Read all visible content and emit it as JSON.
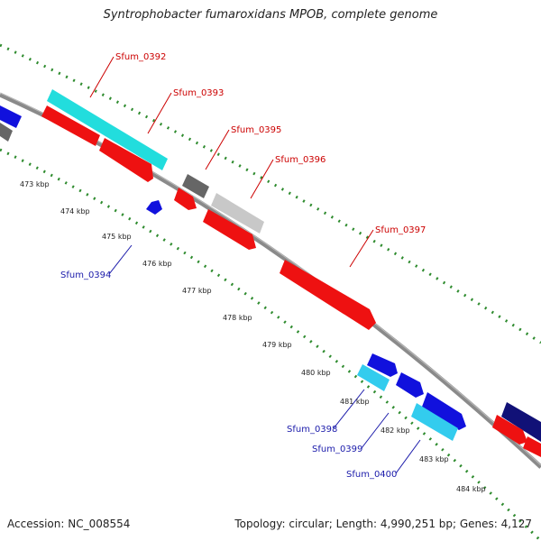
{
  "header": {
    "title": "Syntrophobacter fumaroxidans MPOB, complete genome"
  },
  "footer": {
    "accession": "Accession: NC_008554",
    "summary": "Topology: circular; Length: 4,990,251 bp; Genes: 4,127"
  },
  "map": {
    "kbp_ticks": [
      "473 kbp",
      "474 kbp",
      "475 kbp",
      "476 kbp",
      "477 kbp",
      "478 kbp",
      "479 kbp",
      "480 kbp",
      "481 kbp",
      "482 kbp",
      "483 kbp",
      "484 kbp"
    ],
    "gene_labels_top": [
      "Sfum_0392",
      "Sfum_0393",
      "Sfum_0395",
      "Sfum_0396",
      "Sfum_0397"
    ],
    "gene_labels_bottom": [
      "Sfum_0394",
      "Sfum_0398",
      "Sfum_0399",
      "Sfum_0400"
    ],
    "colors": {
      "backbone": "#888888",
      "tick_dots": "#2e8b2e",
      "label_top": "#cc0000",
      "label_bottom": "#1a1aaa",
      "red_gene": "#ee1111",
      "cyan_gene": "#22dddd",
      "light_blue_gene": "#33ccee",
      "blue_gene": "#1111dd",
      "navy_gene": "#111177",
      "dark_gray_gene": "#666666",
      "light_gray_gene": "#c8c8c8"
    }
  }
}
